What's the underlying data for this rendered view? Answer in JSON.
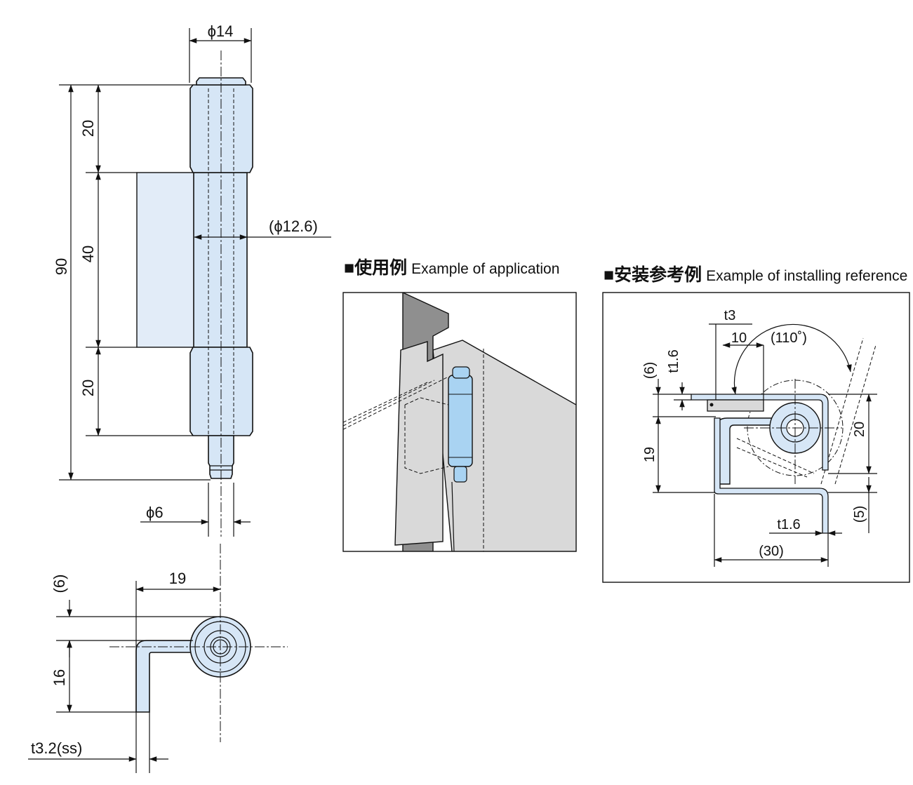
{
  "front_view": {
    "dim_top_diameter": "ϕ14",
    "dim_total_height": "90",
    "dim_top_knuckle": "20",
    "dim_middle_knuckle": "40",
    "dim_bottom_knuckle": "20",
    "dim_barrel_diameter": "(ϕ12.6)",
    "dim_pin_diameter": "ϕ6"
  },
  "side_view": {
    "dim_offset_top": "(6)",
    "dim_width": "19",
    "dim_leaf_height": "16",
    "dim_thickness": "t3.2(ss)"
  },
  "application_example": {
    "title_jp": "■使用例",
    "title_en": "Example of application"
  },
  "installing_reference": {
    "title_jp": "■安装参考例",
    "title_en": "Example of installing reference",
    "dim_t3": "t3",
    "dim_10": "10",
    "dim_angle": "(110˚)",
    "dim_6": "(6)",
    "dim_t16_top": "t1.6",
    "dim_19": "19",
    "dim_20": "20",
    "dim_5": "(5)",
    "dim_t16_bottom": "t1.6",
    "dim_30": "(30)"
  },
  "colors": {
    "part_fill": "#d6e6f6",
    "panel_fill": "#d9d9d9",
    "line": "#111111"
  }
}
